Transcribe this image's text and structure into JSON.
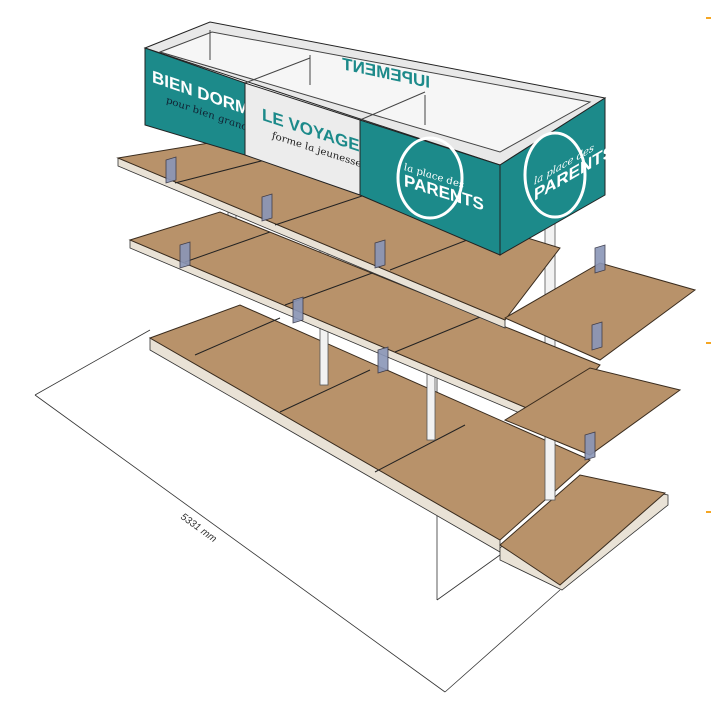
{
  "signs": {
    "bien_dormir": {
      "title": "BIEN DORMIR",
      "subtitle": "pour bien grandir"
    },
    "le_voyage": {
      "title": "LE VOYAGE",
      "subtitle": "forme la jeunesse"
    },
    "back_sign": {
      "title": "IUPEMENT"
    },
    "parents_front": {
      "script": "la place des",
      "title": "PARENTS"
    },
    "parents_side": {
      "script": "la place des",
      "title": "PARENTS"
    }
  },
  "dimension": {
    "label": "5331 mm"
  },
  "colors": {
    "teal": "#1c8a8a",
    "wood": "#b8926a",
    "marker": "#f5a623"
  }
}
